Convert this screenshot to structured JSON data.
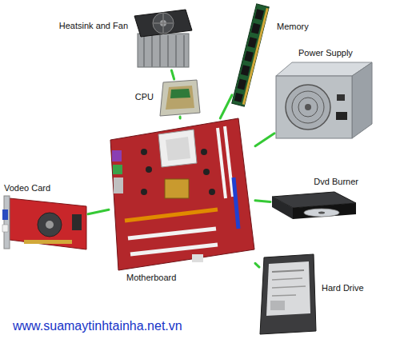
{
  "diagram": {
    "nodes": [
      {
        "text": [
          "Heatsink and Fan"
        ]
      },
      {
        "text": [
          "Memory"
        ]
      },
      {
        "text": [
          "CPU"
        ]
      },
      {
        "text": [
          "Power Supply"
        ]
      },
      {
        "text": [
          "Vodeo Card"
        ]
      },
      {
        "text": [
          "Dvd Burner"
        ]
      },
      {
        "text": [
          "Motherboard"
        ]
      },
      {
        "text": [
          "Hard Drive"
        ]
      }
    ],
    "edges": [
      {
        "from": 0,
        "to": 2,
        "arrow": "none"
      },
      {
        "from": 2,
        "to": 6,
        "arrow": "none"
      },
      {
        "from": 1,
        "to": 6,
        "arrow": "none"
      },
      {
        "from": 3,
        "to": 6,
        "arrow": "none"
      },
      {
        "from": 4,
        "to": 6,
        "arrow": "none"
      },
      {
        "from": 5,
        "to": 6,
        "arrow": "none"
      },
      {
        "from": 7,
        "to": 6,
        "arrow": "none"
      }
    ],
    "labels": [
      "www.suamaytinhtainha.net.vn"
    ]
  }
}
